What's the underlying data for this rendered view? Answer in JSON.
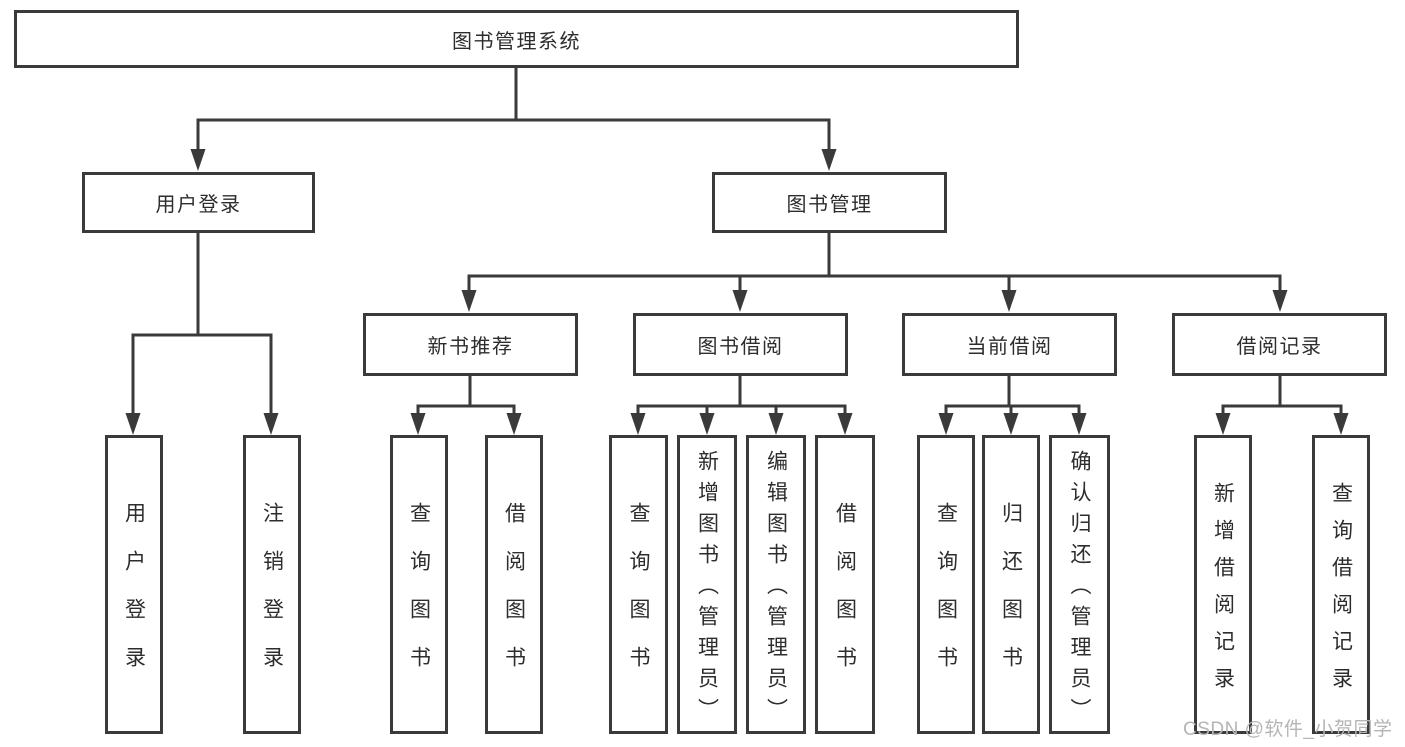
{
  "tree": {
    "root": {
      "label": "图书管理系统"
    },
    "branches": {
      "user_login": {
        "label": "用户登录",
        "children": {
          "login": {
            "label": "用户登录"
          },
          "logout": {
            "label": "注销登录"
          }
        }
      },
      "book_mgmt": {
        "label": "图书管理",
        "children": {
          "new_book_rec": {
            "label": "新书推荐",
            "children": {
              "query_books": {
                "label": "查询图书"
              },
              "borrow_books": {
                "label": "借阅图书"
              }
            }
          },
          "book_borrow": {
            "label": "图书借阅",
            "children": {
              "query_books": {
                "label": "查询图书"
              },
              "add_books": {
                "label": "新增图书（管理员）"
              },
              "edit_books": {
                "label": "编辑图书（管理员）"
              },
              "borrow_books": {
                "label": "借阅图书"
              }
            }
          },
          "current_borrow": {
            "label": "当前借阅",
            "children": {
              "query_books": {
                "label": "查询图书"
              },
              "return_books": {
                "label": "归还图书"
              },
              "confirm_return": {
                "label": "确认归还（管理员）"
              }
            }
          },
          "borrow_records": {
            "label": "借阅记录",
            "children": {
              "add_record": {
                "label": "新增借阅记录"
              },
              "query_record": {
                "label": "查询借阅记录"
              }
            }
          }
        }
      }
    }
  },
  "watermark": {
    "text": "CSDN @软件_小贺同学"
  },
  "colors": {
    "border": "#3a3a3a",
    "line": "#3a3a3a",
    "text": "#2d2d2d",
    "background": "#ffffff",
    "watermark": "#b5b5b5"
  }
}
